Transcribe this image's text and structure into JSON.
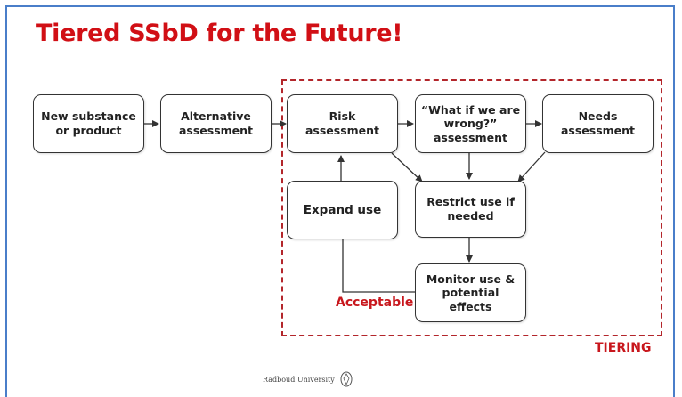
{
  "slide": {
    "title": "Tiered SSbD for the Future!",
    "tiering_label": "TIERING",
    "acceptable_label": "Acceptable",
    "footer": "Radboud University"
  },
  "nodes": {
    "new_substance": "New substance\nor product",
    "alternative_assessment": "Alternative\nassessment",
    "risk_assessment": "Risk\nassessment",
    "what_if_wrong": "“What if we are\nwrong?”\nassessment",
    "needs_assessment": "Needs\nassessment",
    "expand_use": "Expand use",
    "restrict_use": "Restrict use if\nneeded",
    "monitor_use": "Monitor use &\npotential\neffects"
  },
  "colors": {
    "title": "#d10f15",
    "accent_red": "#c8171d",
    "frame_blue": "#4a7ec9"
  }
}
